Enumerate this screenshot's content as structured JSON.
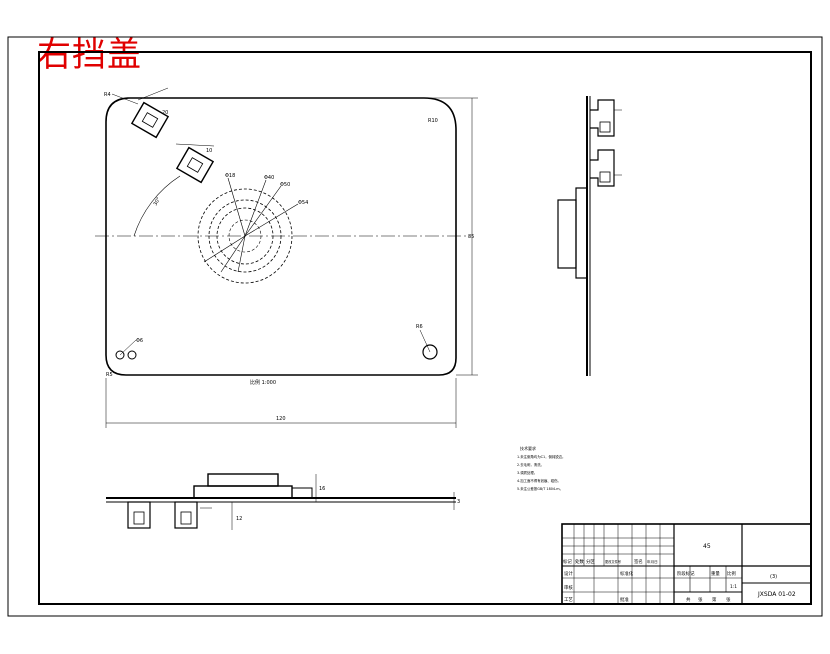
{
  "drawing": {
    "title": "右挡盖",
    "scale_note": "比例 1:000",
    "material": "45",
    "drawing_number": "JXSDA 01-02",
    "scale": "1:1",
    "part_name": "(3)",
    "colors": {
      "stroke": "#000000",
      "title": "#e00000",
      "paper": "#ffffff"
    }
  },
  "dimensions": {
    "top_left_r": "R4",
    "top_right_r": "R10",
    "bottom_left_r": "R5",
    "bottom_right_r": "R6",
    "angle": "30°",
    "overall_width": "120",
    "overall_height": "85",
    "hole_dia_a": "Φ18",
    "hole_dia_b": "Φ40",
    "hole_dia_c": "Φ50",
    "hole_dia_d": "Φ54",
    "small_hole": "Φ6",
    "slot_w": "20",
    "slot_h": "10",
    "side_dim": "12",
    "side_dim_b": "16",
    "thickness": "3"
  },
  "tech_notes": {
    "heading": "技术要求",
    "lines": [
      "1.未注倒角均为C1，倒钝锐边。",
      "2.去毛刺，清洗。",
      "3.调质处理。",
      "4.加工面不得有划痕、碰伤。",
      "5.未注公差按GB/T 1804-m。"
    ]
  },
  "title_block": {
    "row1": [
      "标记",
      "处数",
      "分区",
      "更改文件号",
      "签名",
      "年月日"
    ],
    "design": "设计",
    "std": "标准化",
    "review": "审核",
    "process": "工艺",
    "approve": "批准",
    "stage_labels": [
      "阶段标记",
      "重量",
      "比例"
    ],
    "sheet_labels": [
      "共",
      "张",
      "第",
      "张"
    ]
  }
}
